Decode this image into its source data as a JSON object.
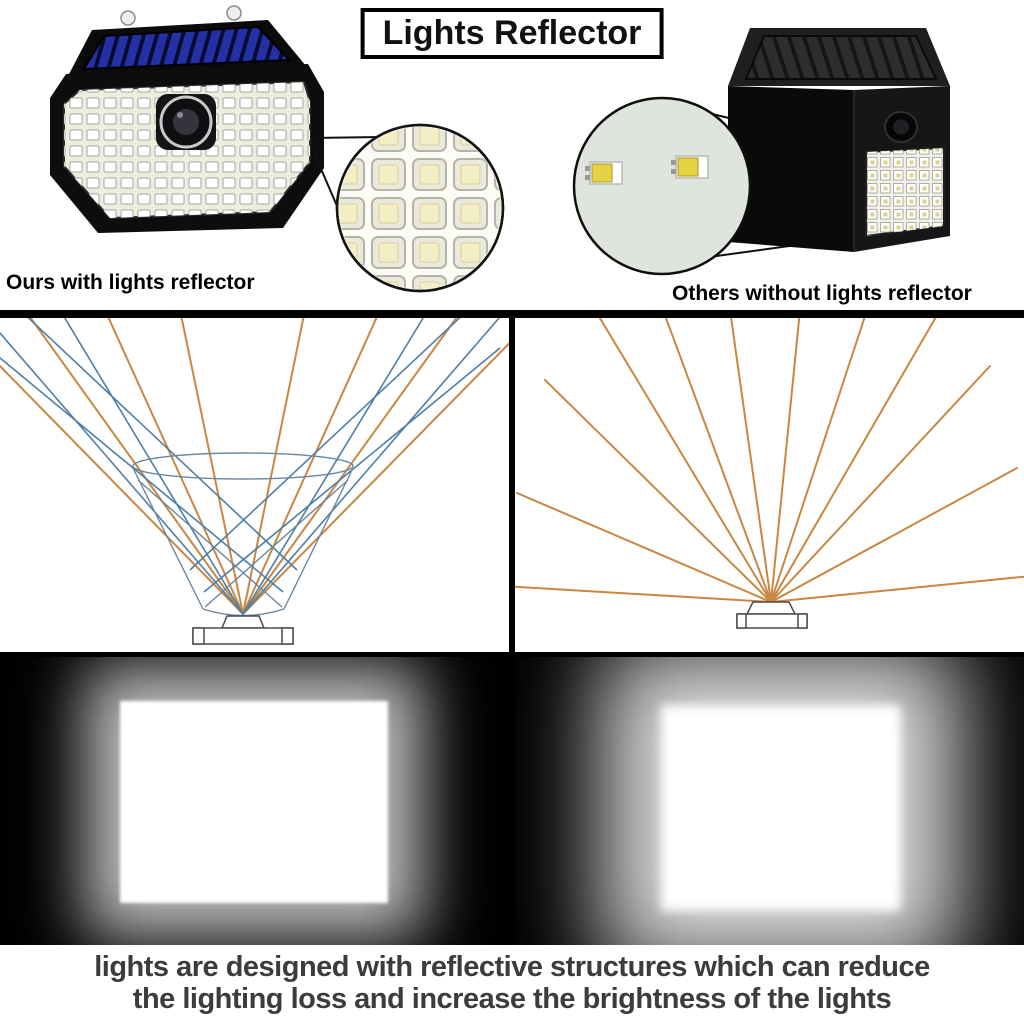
{
  "title": "Lights Reflector",
  "comparison": {
    "ours": {
      "caption": "Ours with lights reflector",
      "magnifier_icon": "led-grid-with-reflectors"
    },
    "others": {
      "caption": "Others without lights reflector",
      "magnifier_icon": "bare-led-chips-no-reflector"
    }
  },
  "footer": {
    "line1": "lights are designed with reflective structures  which can reduce",
    "line2": "the lighting loss and increase the brightness of the lights"
  },
  "colors": {
    "ray-orange": "#c98742",
    "ray-blue": "#4d7fa8",
    "bowl-line": "#6b87a0",
    "solar-blue": "#2431a6",
    "led-warm": "#f3eec3",
    "sage-circle": "#dfe4dc",
    "divider": "#000000",
    "footer-text": "#3c3c3c",
    "glow-white": "#ffffff"
  }
}
